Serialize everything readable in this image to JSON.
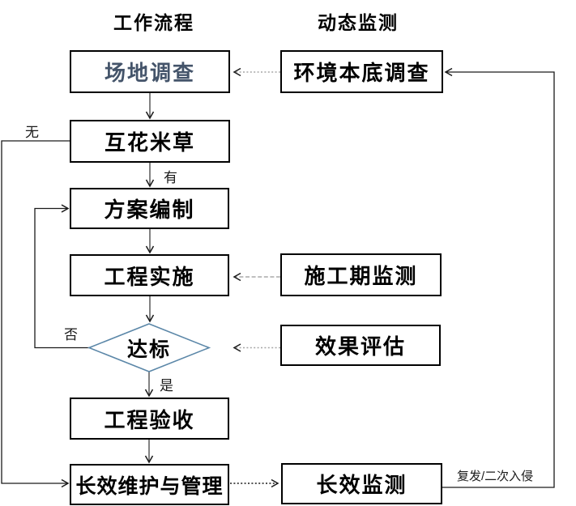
{
  "headers": {
    "left": "工作流程",
    "right": "动态监测"
  },
  "nodes": {
    "site_survey": "场地调查",
    "spartina_check": "互花米草",
    "plan_preparation": "方案编制",
    "project_implementation": "工程实施",
    "meets_standard": "达标",
    "project_acceptance": "工程验收",
    "longterm_maintenance": "长效维护与管理",
    "environment_baseline_survey": "环境本底调查",
    "construction_period_monitoring": "施工期监测",
    "effect_evaluation": "效果评估",
    "longterm_monitoring": "长效监测"
  },
  "edge_labels": {
    "no": "无",
    "has": "有",
    "fail": "否",
    "pass": "是",
    "recurrence": "复发/二次入侵"
  },
  "colors": {
    "box_border": "#000000",
    "diamond_border": "#5b87a8",
    "site_survey_text": "#44546a",
    "dotted_connector_gray": "#a6a6a6",
    "dashed_connector_gray": "#999999",
    "arrow_black": "#1a1a1a",
    "background": "#ffffff"
  }
}
